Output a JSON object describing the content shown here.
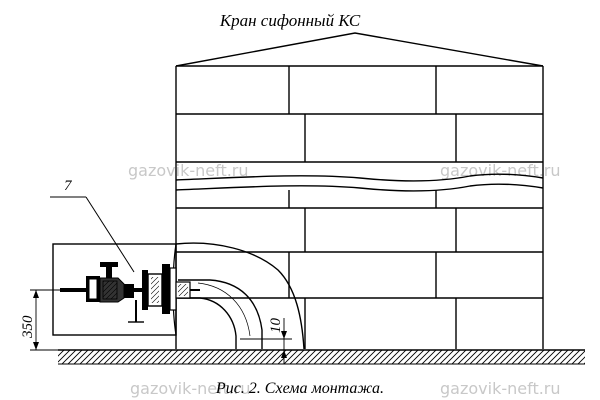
{
  "diagram": {
    "title": "Кран сифонный КС",
    "caption": "Рис. 2. Схема монтажа.",
    "callout_label": "7",
    "dimensions": {
      "height_350": "350",
      "gap_10": "10"
    },
    "watermark": "gazovik-neft.ru"
  },
  "colors": {
    "ink": "#000000",
    "watermark": "#c8c8c8",
    "background": "#ffffff"
  }
}
